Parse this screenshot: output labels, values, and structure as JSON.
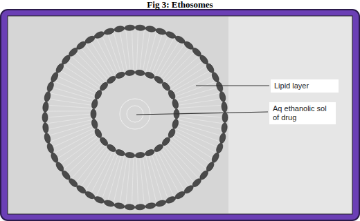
{
  "diagram": {
    "title": "Fig 3: Ethosomes",
    "labels": [
      "Lipid layer",
      "Aq ethanolic sol of drug"
    ]
  }
}
